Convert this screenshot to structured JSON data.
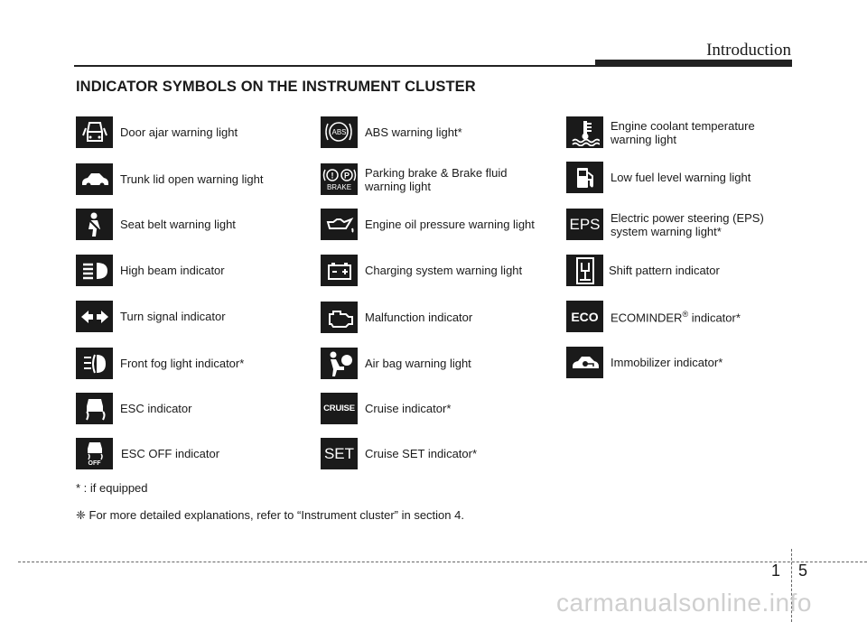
{
  "header": {
    "title": "Introduction"
  },
  "section_title": "INDICATOR SYMBOLS ON THE INSTRUMENT CLUSTER",
  "col1": [
    {
      "icon": "door-ajar-icon",
      "label": "Door ajar warning light"
    },
    {
      "icon": "trunk-open-icon",
      "label": "Trunk lid open warning light"
    },
    {
      "icon": "seat-belt-icon",
      "label": "Seat belt warning light"
    },
    {
      "icon": "high-beam-icon",
      "label": "High beam indicator"
    },
    {
      "icon": "turn-signal-icon",
      "label": "Turn signal indicator"
    },
    {
      "icon": "front-fog-icon",
      "label": "Front fog light indicator*"
    },
    {
      "icon": "esc-icon",
      "label": "ESC indicator"
    },
    {
      "icon": "esc-off-icon",
      "label": "ESC OFF indicator",
      "icon_text": "OFF"
    }
  ],
  "col2": [
    {
      "icon": "abs-icon",
      "label": "ABS warning light*",
      "icon_text": "ABS"
    },
    {
      "icon": "brake-icon",
      "label_line1": "Parking brake & Brake fluid",
      "label_line2": "warning light",
      "icon_text": "BRAKE"
    },
    {
      "icon": "oil-pressure-icon",
      "label": "Engine oil pressure warning light"
    },
    {
      "icon": "battery-icon",
      "label": "Charging system warning light"
    },
    {
      "icon": "engine-check-icon",
      "label": "Malfunction indicator"
    },
    {
      "icon": "airbag-icon",
      "label": "Air bag warning light"
    },
    {
      "icon": "cruise-icon",
      "label": "Cruise indicator*",
      "icon_text": "CRUISE"
    },
    {
      "icon": "cruise-set-icon",
      "label": "Cruise SET indicator*",
      "icon_text": "SET"
    }
  ],
  "col3": [
    {
      "icon": "coolant-temp-icon",
      "label_line1": "Engine coolant temperature",
      "label_line2": "warning light"
    },
    {
      "icon": "fuel-icon",
      "label": "Low fuel level warning light"
    },
    {
      "icon": "eps-icon",
      "label_line1": "Electric power steering (EPS)",
      "label_line2": "system warning light*",
      "icon_text": "EPS"
    },
    {
      "icon": "shift-pattern-icon",
      "label": "Shift pattern indicator"
    },
    {
      "icon": "eco-icon",
      "label_pre": "ECOMINDER",
      "label_sup": "®",
      "label_post": " indicator*",
      "icon_text": "ECO"
    },
    {
      "icon": "immobilizer-icon",
      "label": "Immobilizer indicator*"
    }
  ],
  "footnotes": {
    "equipped": "* : if equipped",
    "more_info": "❈ For more detailed explanations, refer to “Instrument cluster” in section 4."
  },
  "page": {
    "chapter": "1",
    "number": "5"
  },
  "watermark": "carmanualsonline.info"
}
